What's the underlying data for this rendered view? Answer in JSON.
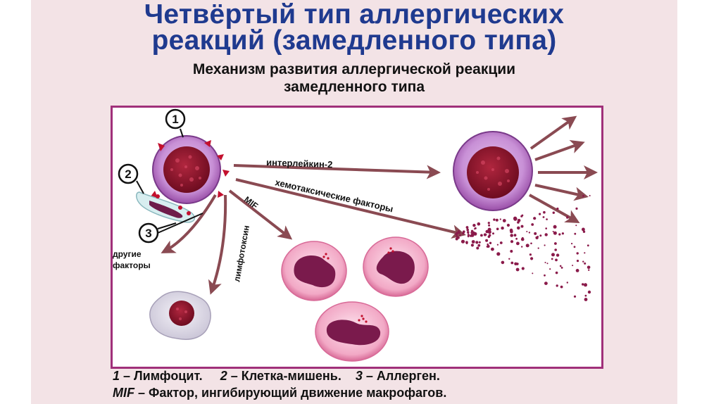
{
  "slide": {
    "title_line1": "Четвёртый тип аллергических",
    "title_line2": "реакций (замедленного типа)",
    "subtitle_line1": "Механизм развития аллергической реакции",
    "subtitle_line2": "замедленного типа"
  },
  "diagram": {
    "markers": {
      "m1": "1",
      "m2": "2",
      "m3": "3"
    },
    "labels": {
      "interleukin": "интерлейкин-2",
      "chemotactic": "хемотаксические факторы",
      "mif": "MIF",
      "lymphotoxin": "лимфотоксин",
      "other_line1": "другие",
      "other_line2": "факторы"
    },
    "colors": {
      "frame": "#a0307a",
      "title": "#1f3a8f",
      "cell_outer": "#b56fc4",
      "nucleus": "#8e1028",
      "arrow": "#8a4a52"
    }
  },
  "legend": {
    "l1_n1": "1",
    "l1_t1": " – Лимфоцит.     ",
    "l1_n2": "2",
    "l1_t2": " – Клетка-мишень.    ",
    "l1_n3": "3",
    "l1_t3": " – Аллерген.",
    "l2_mif": "MIF",
    "l2_text": " – Фактор, ингибирующий движение макрофагов."
  }
}
